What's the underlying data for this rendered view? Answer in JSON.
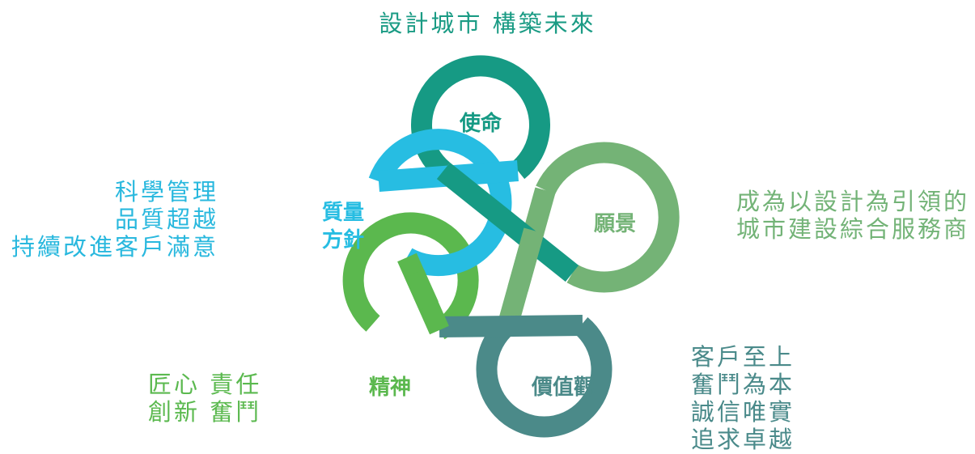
{
  "diagram": {
    "colors": {
      "mission": "#169a84",
      "vision": "#74b376",
      "values": "#4b8a89",
      "spirit": "#5bb84e",
      "quality": "#27bde2"
    },
    "petals": {
      "mission": {
        "label": "使命"
      },
      "vision": {
        "label": "願景"
      },
      "values": {
        "label": "價值觀"
      },
      "spirit": {
        "label": "精神"
      },
      "quality": {
        "lines": [
          "質量",
          "方針"
        ]
      }
    },
    "captions": {
      "mission": {
        "lines": [
          "設計城市  構築未來"
        ]
      },
      "quality": {
        "lines": [
          "科學管理",
          "品質超越",
          "持續改進客戶滿意"
        ]
      },
      "vision": {
        "lines": [
          "成為以設計為引領的",
          "城市建設綜合服務商"
        ]
      },
      "spirit": {
        "lines": [
          "匠心  責任",
          "創新  奮鬥"
        ]
      },
      "values": {
        "lines": [
          "客戶至上",
          "奮鬥為本",
          "誠信唯實",
          "追求卓越"
        ]
      }
    }
  }
}
